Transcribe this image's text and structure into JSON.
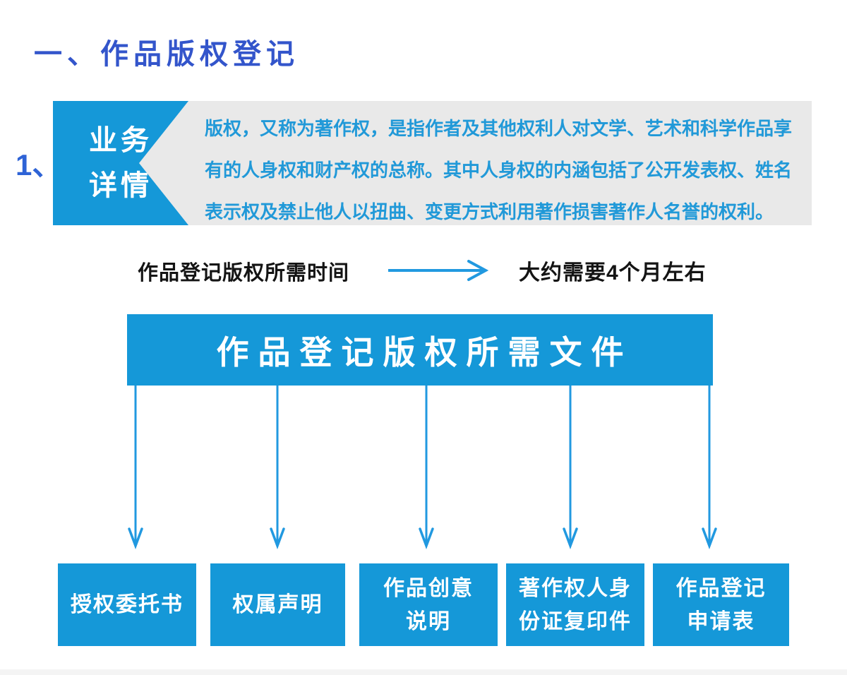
{
  "title": "一、作品版权登记",
  "section": {
    "number": "1、",
    "tab_label": "业务\n详情",
    "description": [
      "版权，又称为著作权，是指作者及其他权利人对文学、艺术和科学作品享",
      "有的人身权和财产权的总称。其中人身权的内涵包括了公开发表权、姓名",
      "表示权及禁止他人以扭曲、变更方式利用著作损害著作人名誉的权利。"
    ]
  },
  "timeline": {
    "label": "作品登记版权所需时间",
    "value": "大约需要4个月左右",
    "arrow_icon": "right-arrow"
  },
  "documents": {
    "banner": "作品登记版权所需文件",
    "arrow_icon": "down-arrow",
    "items": [
      {
        "label": "授权委托书"
      },
      {
        "label": "权属声明"
      },
      {
        "label": "作品创意\n说明"
      },
      {
        "label": "著作权人身\n份证复印件"
      },
      {
        "label": "作品登记\n申请表"
      }
    ]
  },
  "colors": {
    "primary_blue": "#1598d8",
    "arrow_blue": "#2199e0",
    "title_blue": "#3355cb",
    "description_blue": "#2199d8",
    "panel_gray": "#e9e9e9"
  }
}
